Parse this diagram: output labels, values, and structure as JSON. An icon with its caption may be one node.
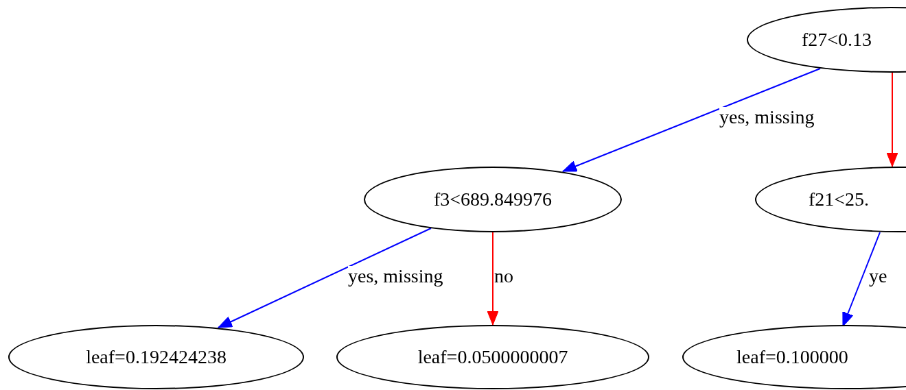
{
  "diagram": {
    "nodes": [
      {
        "text": [
          "f27<0.13"
        ]
      },
      {
        "text": [
          "f3<689.849976"
        ]
      },
      {
        "text": [
          "f21<25."
        ]
      },
      {
        "text": [
          "leaf=0.192424238"
        ]
      },
      {
        "text": [
          "leaf=0.0500000007"
        ]
      },
      {
        "text": [
          "leaf=0.100000"
        ]
      }
    ],
    "edges": [
      {
        "from": 0,
        "to": 1,
        "arrow": "to",
        "label": "yes, missing",
        "color": "#0000ff"
      },
      {
        "from": 0,
        "to": 2,
        "arrow": "to",
        "color": "#ff0000"
      },
      {
        "from": 1,
        "to": 3,
        "arrow": "to",
        "label": "yes, missing",
        "color": "#0000ff"
      },
      {
        "from": 1,
        "to": 4,
        "arrow": "to",
        "label": "no",
        "color": "#ff0000"
      },
      {
        "from": 2,
        "to": 5,
        "arrow": "to",
        "label": "ye",
        "color": "#0000ff"
      }
    ]
  }
}
